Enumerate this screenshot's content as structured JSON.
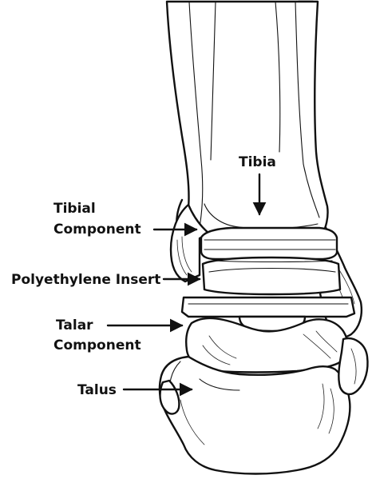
{
  "labels": {
    "tibia": "Tibia",
    "tibial_component_line1": "Tibial",
    "tibial_component_line2": "Component",
    "polyethylene_insert": "Polyethylene Insert",
    "talar_component_line1": "Talar",
    "talar_component_line2": "Component",
    "talus": "Talus"
  },
  "colors": {
    "ink": "#111111",
    "background": "#ffffff"
  }
}
